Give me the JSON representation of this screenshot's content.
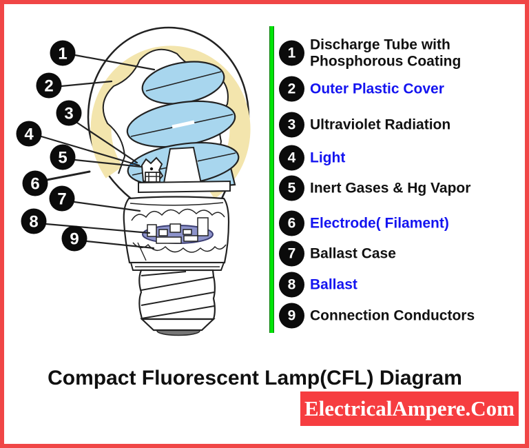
{
  "legend": {
    "items": [
      {
        "num": "1",
        "label": "Discharge Tube with Phosphorous Coating",
        "color": "#111111"
      },
      {
        "num": "2",
        "label": "Outer Plastic Cover",
        "color": "#1414f0"
      },
      {
        "num": "3",
        "label": "Ultraviolet Radiation",
        "color": "#111111"
      },
      {
        "num": "4",
        "label": "Light",
        "color": "#1414f0"
      },
      {
        "num": "5",
        "label": "Inert Gases & Hg Vapor",
        "color": "#111111"
      },
      {
        "num": "6",
        "label": "Electrode( Filament)",
        "color": "#1414f0"
      },
      {
        "num": "7",
        "label": "Ballast Case",
        "color": "#111111"
      },
      {
        "num": "8",
        "label": "Ballast",
        "color": "#1414f0"
      },
      {
        "num": "9",
        "label": "Connection Conductors",
        "color": "#111111"
      }
    ]
  },
  "footer": {
    "title": "Compact Fluorescent Lamp(CFL) Diagram",
    "watermark": "ElectricalAmpere.Com"
  },
  "colors": {
    "frame_red": "#f04646",
    "divider_green": "#00e408",
    "legend_blue_text": "#1414f0",
    "legend_black_text": "#111111",
    "watermark_bg": "#f63d40",
    "coating_cream": "#f3e5ad",
    "tube_blue": "#a8d6ee",
    "board_purple": "#8d93cb",
    "outline": "#222222"
  }
}
